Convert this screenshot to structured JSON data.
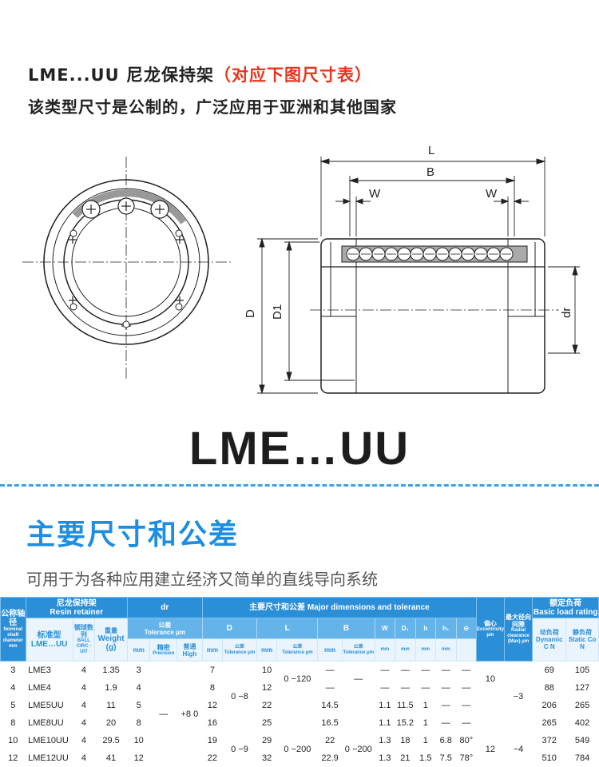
{
  "header": {
    "line1_main": "LME...UU 尼龙保持架",
    "line1_accent": "（对应下图尺寸表）",
    "line2": "该类型尺寸是公制的，广泛应用于亚洲和其他国家"
  },
  "drawing": {
    "label_L": "L",
    "label_B": "B",
    "label_W_left": "W",
    "label_W_right": "W",
    "label_D": "D",
    "label_D1": "D1",
    "label_dr": "dr"
  },
  "model_title": "LME…UU",
  "section": {
    "title": "主要尺寸和公差",
    "subtitle": "可用于为各种应用建立经济又简单的直线导向系统"
  },
  "table": {
    "h_nominal": "公称轴径",
    "h_nominal_en": "Nominal shaft diameter mm",
    "h_resin_cn": "尼龙保持架",
    "h_resin_en": "Resin retainer",
    "h_dr": "dr",
    "h_major": "主要尺寸和公差  Major dimensions and tolerance",
    "h_ecc_cn": "偏心",
    "h_ecc_en": "Eccentricity μm",
    "h_radial_cn": "最大径向间隙",
    "h_radial_en": "Radial clearance (Max) μm",
    "h_load_cn": "额定负荷",
    "h_load_en": "Basic load rating",
    "h_std_cn": "标准型",
    "h_std_en": "LME…UU",
    "h_balls_cn": "钢球数列",
    "h_balls_en": "BALL CIRC -UIT",
    "h_weight_cn": "重量",
    "h_weight_en": "Weight (g)",
    "h_tol_cn": "公差",
    "h_tol_en": "Tolerance μm",
    "h_D": "D",
    "h_L": "L",
    "h_B": "B",
    "h_W": "W",
    "h_D1": "D₁",
    "h_h": "h",
    "h_h1": "h₁",
    "h_theta": "⊖",
    "h_dyn_cn": "动负荷",
    "h_dyn_en": "Dynamic C N",
    "h_stat_cn": "静负荷",
    "h_stat_en": "Static Co N",
    "h_mm": "mm",
    "h_prec_cn": "精密",
    "h_prec_en": "Precision",
    "h_high_cn": "普通",
    "h_high_en": "High",
    "rows": [
      {
        "d": "3",
        "model": "LME3",
        "balls": "4",
        "weight": "1.35",
        "dr": "3",
        "D": "7",
        "L": "10",
        "B": "—",
        "W": "—",
        "D1": "—",
        "h": "—",
        "h1": "—",
        "theta": "—",
        "dyn": "69",
        "stat": "105"
      },
      {
        "d": "4",
        "model": "LME4",
        "balls": "4",
        "weight": "1.9",
        "dr": "4",
        "D": "8",
        "L": "12",
        "B": "—",
        "W": "—",
        "D1": "—",
        "h": "—",
        "h1": "—",
        "theta": "—",
        "dyn": "88",
        "stat": "127"
      },
      {
        "d": "5",
        "model": "LME5UU",
        "balls": "4",
        "weight": "11",
        "dr": "5",
        "D": "12",
        "L": "22",
        "B": "14.5",
        "W": "1.1",
        "D1": "11.5",
        "h": "1",
        "h1": "—",
        "theta": "—",
        "dyn": "206",
        "stat": "265"
      },
      {
        "d": "8",
        "model": "LME8UU",
        "balls": "4",
        "weight": "20",
        "dr": "8",
        "D": "16",
        "L": "25",
        "B": "16.5",
        "W": "1.1",
        "D1": "15.2",
        "h": "1",
        "h1": "—",
        "theta": "—",
        "dyn": "265",
        "stat": "402"
      },
      {
        "d": "10",
        "model": "LME10UU",
        "balls": "4",
        "weight": "29.5",
        "dr": "10",
        "D": "19",
        "L": "29",
        "B": "22",
        "W": "1.3",
        "D1": "18",
        "h": "1",
        "h1": "6.8",
        "theta": "80°",
        "dyn": "372",
        "stat": "549"
      },
      {
        "d": "12",
        "model": "LME12UU",
        "balls": "4",
        "weight": "41",
        "dr": "12",
        "D": "22",
        "L": "32",
        "B": "22.9",
        "W": "1.3",
        "D1": "21",
        "h": "1.5",
        "h1": "7.5",
        "theta": "78°",
        "dyn": "510",
        "stat": "784"
      }
    ],
    "dr_prec": "—",
    "dr_high": "+8 0",
    "D_tol_a": "0 −8",
    "D_tol_b": "0 −9",
    "L_tol_a": "0 −120",
    "L_tol_b": "0 −200",
    "B_tol": "0 −200",
    "ecc_a": "10",
    "ecc_b": "12",
    "rad_a": "−3",
    "rad_b": "−4"
  }
}
